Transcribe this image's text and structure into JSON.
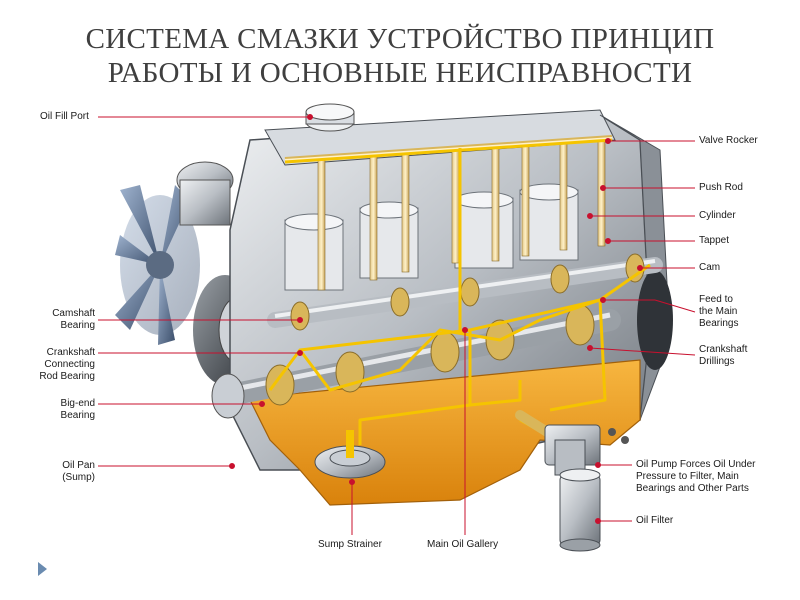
{
  "slide": {
    "title_line1": "СИСТЕМА СМАЗКИ УСТРОЙСТВО  ПРИНЦИП",
    "title_line2": "РАБОТЫ И ОСНОВНЫЕ НЕИСПРАВНОСТИ"
  },
  "labels": {
    "oil_fill_port": "Oil Fill Port",
    "valve_rocker": "Valve Rocker",
    "push_rod": "Push Rod",
    "cylinder": "Cylinder",
    "tappet": "Tappet",
    "cam": "Cam",
    "feed_1": "Feed to",
    "feed_2": "the Main",
    "feed_3": "Bearings",
    "crank_drill_1": "Crankshaft",
    "crank_drill_2": "Drillings",
    "camshaft_bearing_1": "Camshaft",
    "camshaft_bearing_2": "Bearing",
    "crankshaft_conn_1": "Crankshaft",
    "crankshaft_conn_2": "Connecting",
    "crankshaft_conn_3": "Rod Bearing",
    "bigend_1": "Big-end",
    "bigend_2": "Bearing",
    "oil_pan_1": "Oil Pan",
    "oil_pan_2": "(Sump)",
    "pump_1": "Oil Pump Forces Oil Under",
    "pump_2": "Pressure to Filter, Main",
    "pump_3": "Bearings and Other Parts",
    "oil_filter": "Oil Filter",
    "sump_strainer": "Sump Strainer",
    "main_oil_gallery": "Main Oil Gallery"
  },
  "colors": {
    "leader": "#c8102e",
    "oil": "#f2a21a",
    "engine_metal": "#9aa0a6",
    "title": "#3f3f3f"
  }
}
